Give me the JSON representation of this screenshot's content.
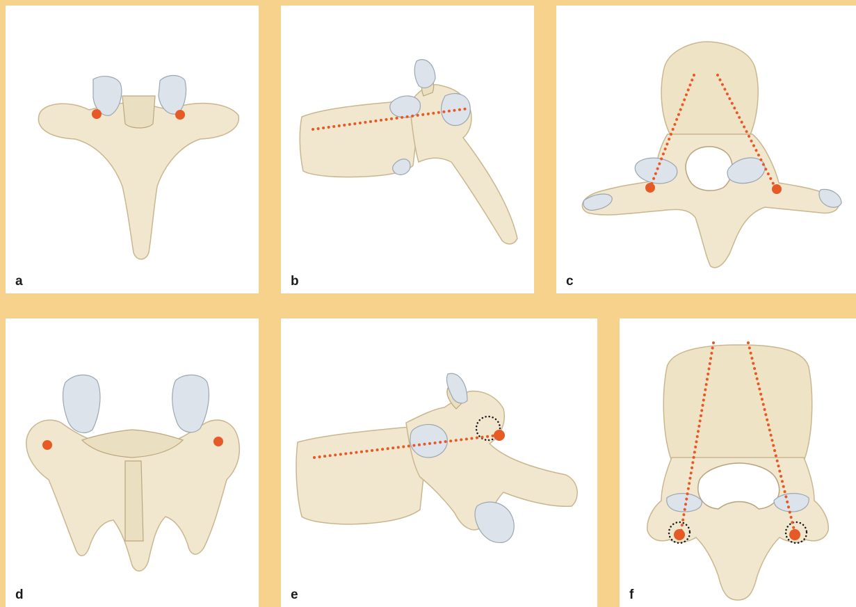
{
  "figure": {
    "background_color": "#f7d28c",
    "marker_color": "#e55a26",
    "bone_color": "#f1e7cf",
    "facet_color": "#dde3ea"
  },
  "panels": [
    {
      "label": "a"
    },
    {
      "label": "b"
    },
    {
      "label": "c"
    },
    {
      "label": "d"
    },
    {
      "label": "e"
    },
    {
      "label": "f"
    }
  ]
}
